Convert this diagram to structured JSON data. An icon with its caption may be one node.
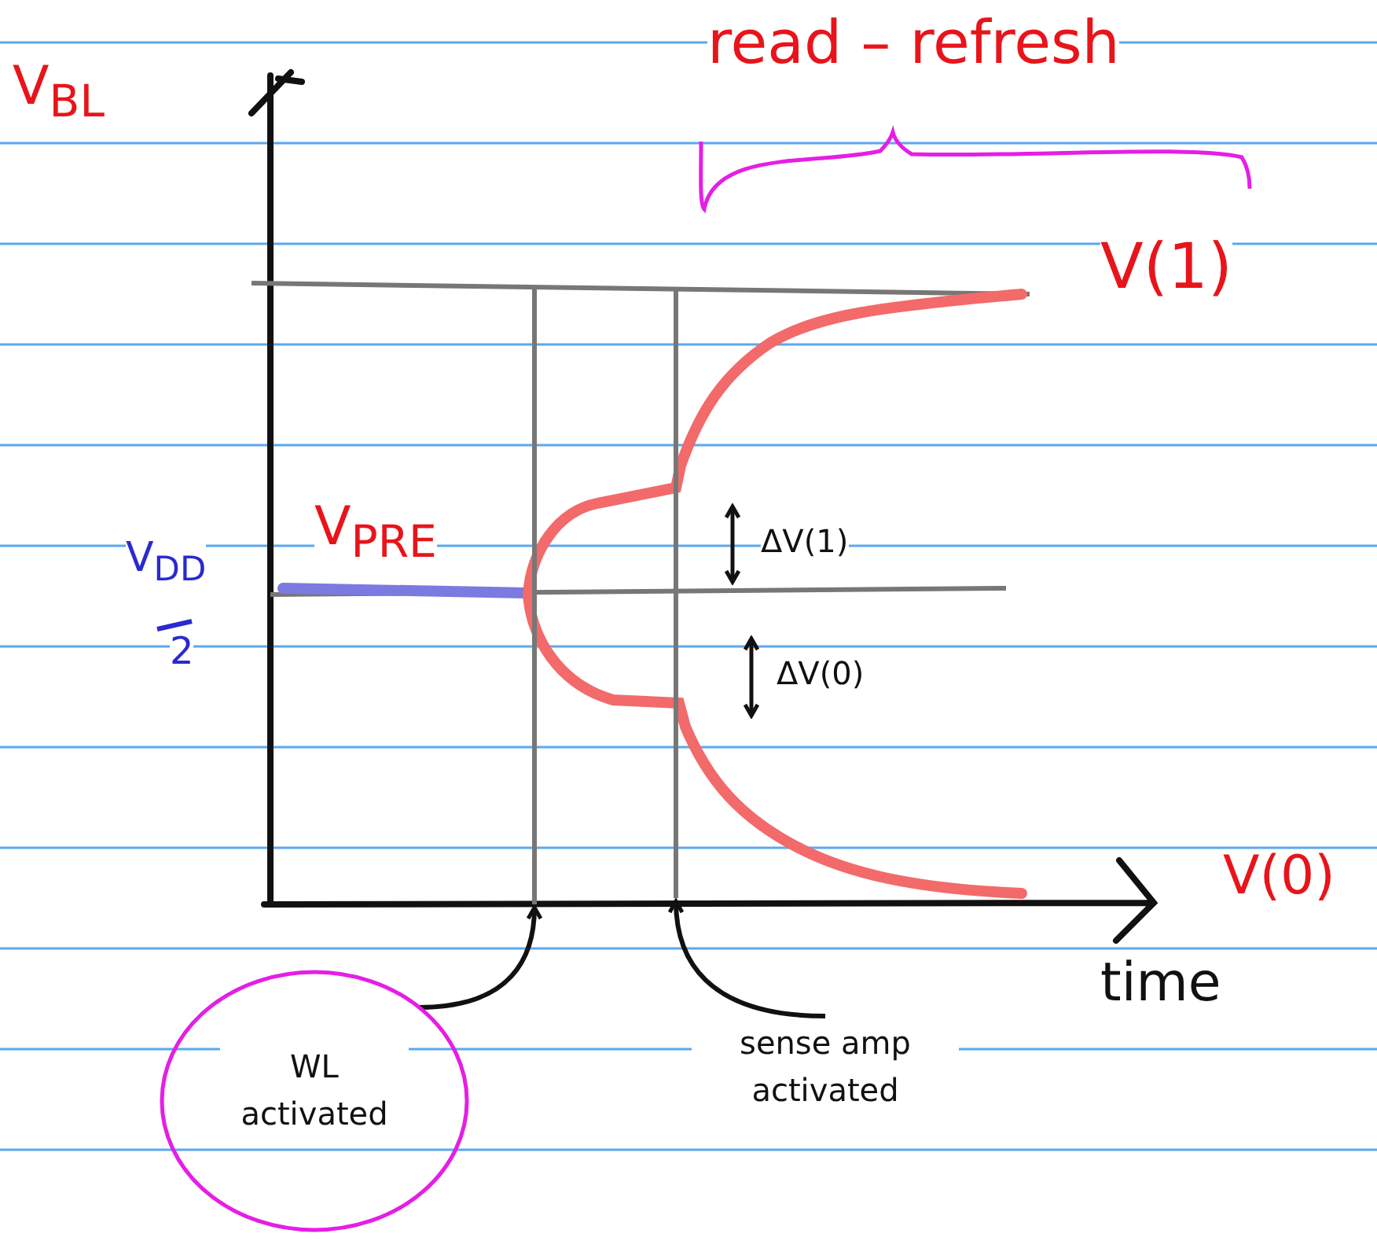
{
  "diagram": {
    "nodes": [
      {
        "text": [
          "WL activated"
        ]
      },
      {
        "text": [
          "sense amp activated"
        ]
      },
      {
        "text": [],
        "shape": "bar"
      },
      {
        "text": [],
        "shape": "bar"
      }
    ],
    "edges": [
      {
        "from": 0,
        "to": 2,
        "arrow": "to"
      },
      {
        "from": 1,
        "to": 3,
        "arrow": "to"
      }
    ],
    "labels": [
      "V$_{BL}$",
      "read – refresh",
      "V(1)",
      "V$_{PRE}$",
      "V$_{DD}$",
      "2",
      "ΔV(1)",
      "ΔV(0)",
      "V(0)",
      "time"
    ]
  }
}
